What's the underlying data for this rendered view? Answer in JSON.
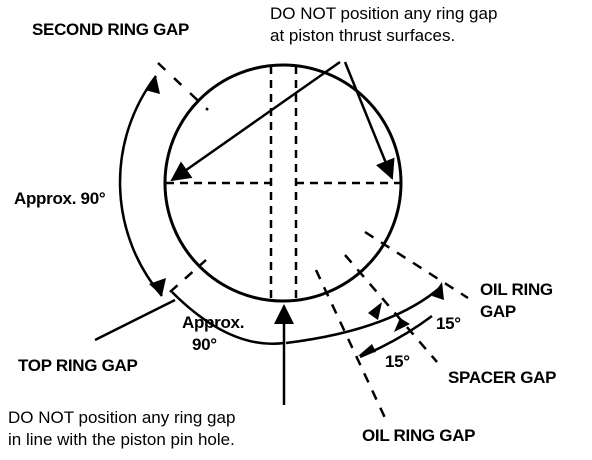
{
  "labels": {
    "second_ring_gap": "SECOND RING GAP",
    "thrust_note_1": "DO NOT position any ring gap",
    "thrust_note_2": "at piston thrust surfaces.",
    "approx_90_left": "Approx. 90°",
    "approx_word": "Approx.",
    "ninety": "90°",
    "oil_ring_gap_right_1": "OIL RING",
    "oil_ring_gap_right_2": "GAP",
    "fifteen_a": "15°",
    "fifteen_b": "15°",
    "top_ring_gap": "TOP RING GAP",
    "spacer_gap": "SPACER GAP",
    "pin_note_1": "DO NOT position any ring gap",
    "pin_note_2": "in line with the piston pin hole.",
    "oil_ring_gap_bottom": "OIL RING GAP"
  },
  "colors": {
    "ink": "#000000",
    "background": "#ffffff"
  }
}
